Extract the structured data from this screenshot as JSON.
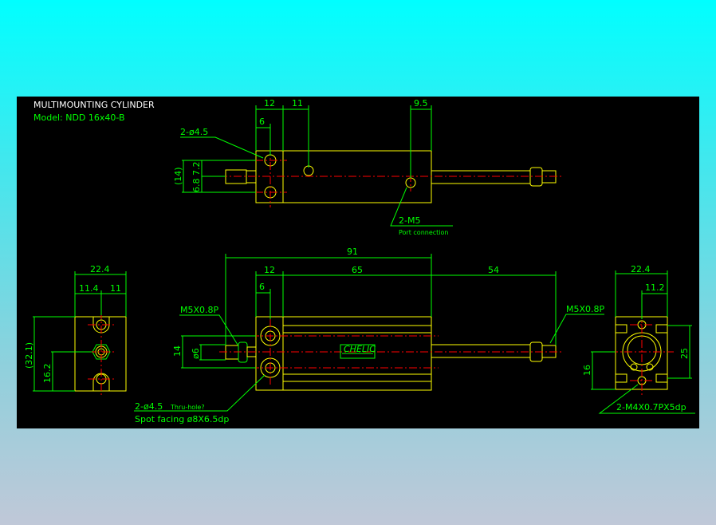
{
  "title": "MULTIMOUNTING CYLINDER",
  "model": "Model:  NDD 16x40-B",
  "top_view": {
    "dim_12": "12",
    "dim_11": "11",
    "dim_6": "6",
    "dim_9_5": "9.5",
    "dim_14": "(14)",
    "dim_6_8": "6.8",
    "dim_7_2": "7.2",
    "hole_label": "2-ø4.5",
    "port_label": "2-M5",
    "port_note": "Port connection"
  },
  "front_view": {
    "dim_91": "91",
    "dim_12": "12",
    "dim_65": "65",
    "dim_54": "54",
    "dim_6": "6",
    "dim_14": "14",
    "dim_dia6": "ø6",
    "thread_left": "M5X0.8P",
    "thread_right": "M5X0.8P",
    "hole_label": "2-ø4.5",
    "hole_note": "Thru-hole?",
    "spot_facing": "Spot facing  ø8X6.5dp",
    "brand": "CHELIC"
  },
  "left_view": {
    "dim_22_4": "22.4",
    "dim_11_4": "11.4",
    "dim_11": "11",
    "dim_32_1": "(32.1)",
    "dim_16_2": "16.2"
  },
  "right_view": {
    "dim_22_4": "22.4",
    "dim_11_2": "11.2",
    "dim_25": "25",
    "dim_16": "16",
    "tap_label": "2-M4X0.7PX5dp"
  }
}
